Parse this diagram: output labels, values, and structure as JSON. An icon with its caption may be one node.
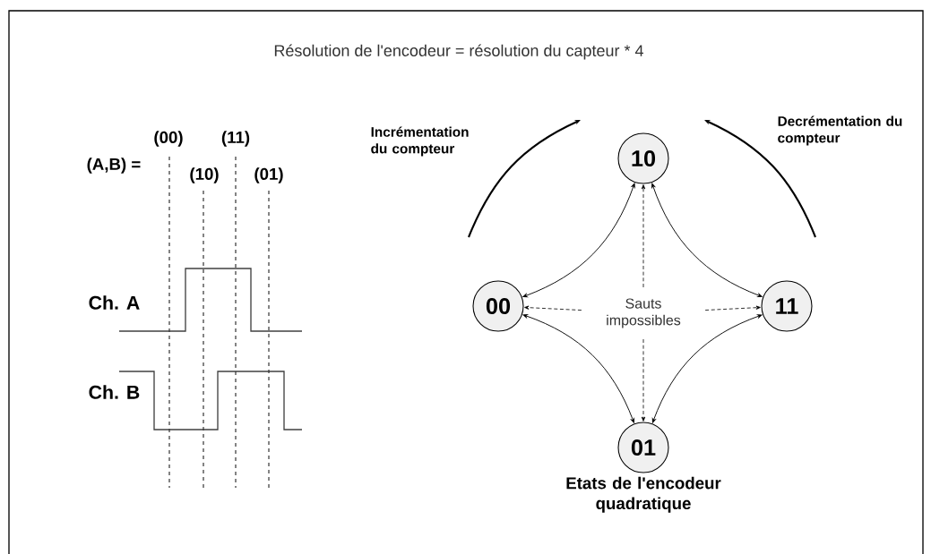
{
  "diagram": {
    "title": "Résolution de l'encodeur = résolution du capteur * 4",
    "caption": "Etats de l'encodeur quadratique",
    "nodes": [
      {
        "text": [
          "10"
        ]
      },
      {
        "text": [
          "00"
        ]
      },
      {
        "text": [
          "11"
        ]
      },
      {
        "text": [
          "01"
        ]
      },
      {
        "text": [
          "Sauts impossibles"
        ]
      }
    ],
    "edges": [
      {
        "from": 0,
        "to": 1,
        "arrow": "both"
      },
      {
        "from": 0,
        "to": 2,
        "arrow": "both"
      },
      {
        "from": 1,
        "to": 3,
        "arrow": "both"
      },
      {
        "from": 2,
        "to": 3,
        "arrow": "both"
      },
      {
        "from": 4,
        "to": 0,
        "arrow": "to",
        "style": "dashed"
      },
      {
        "from": 4,
        "to": 1,
        "arrow": "to",
        "style": "dashed"
      },
      {
        "from": 4,
        "to": 2,
        "arrow": "to",
        "style": "dashed"
      },
      {
        "from": 4,
        "to": 3,
        "arrow": "to",
        "style": "dashed"
      }
    ],
    "labels": [
      "(A,B) =",
      "(00)",
      "(11)",
      "(10)",
      "(01)",
      "Ch. A",
      "Ch. B",
      "Incrémentation du compteur",
      "Decrémentation du compteur"
    ]
  }
}
